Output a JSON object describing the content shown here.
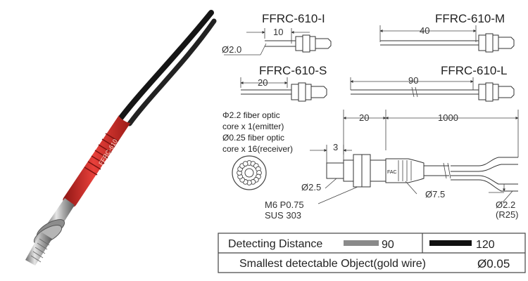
{
  "models": {
    "i": {
      "name": "FFRC-610-I",
      "length": "10",
      "diameter": "Ø2.0"
    },
    "m": {
      "name": "FFRC-610-M",
      "length": "40"
    },
    "s": {
      "name": "FFRC-610-S",
      "length": "20"
    },
    "l": {
      "name": "FFRC-610-L",
      "length": "90"
    }
  },
  "fiber_notes": {
    "line1": "Φ2.2 fiber optic",
    "line2": "core x 1(emitter)",
    "line3": "Ø0.25 fiber optic",
    "line4": "core x 16(receiver)"
  },
  "main_drawing": {
    "dim_20": "20",
    "dim_1000": "1000",
    "dim_3": "3",
    "tip_diameter": "Ø2.5",
    "boot_diameter": "Ø7.5",
    "cable_diameter": "Ø2.2",
    "bend_radius": "(R25)",
    "thread": "M6  P0.75",
    "material": "SUS 303",
    "brand_mark": "FAC"
  },
  "product_photo_text": {
    "sleeve_label": "FFRC-610"
  },
  "spec_table": {
    "detecting_distance_label": "Detecting  Distance",
    "value_a": "90",
    "value_b": "120",
    "smallest_object_label": "Smallest  detectable  Object(gold wire)",
    "smallest_object_value": "Ø0.05"
  },
  "colors": {
    "red_sleeve": "#d42a26",
    "gray_bar": "#8a8a8a",
    "black_bar": "#111111",
    "table_border": "#444444"
  }
}
